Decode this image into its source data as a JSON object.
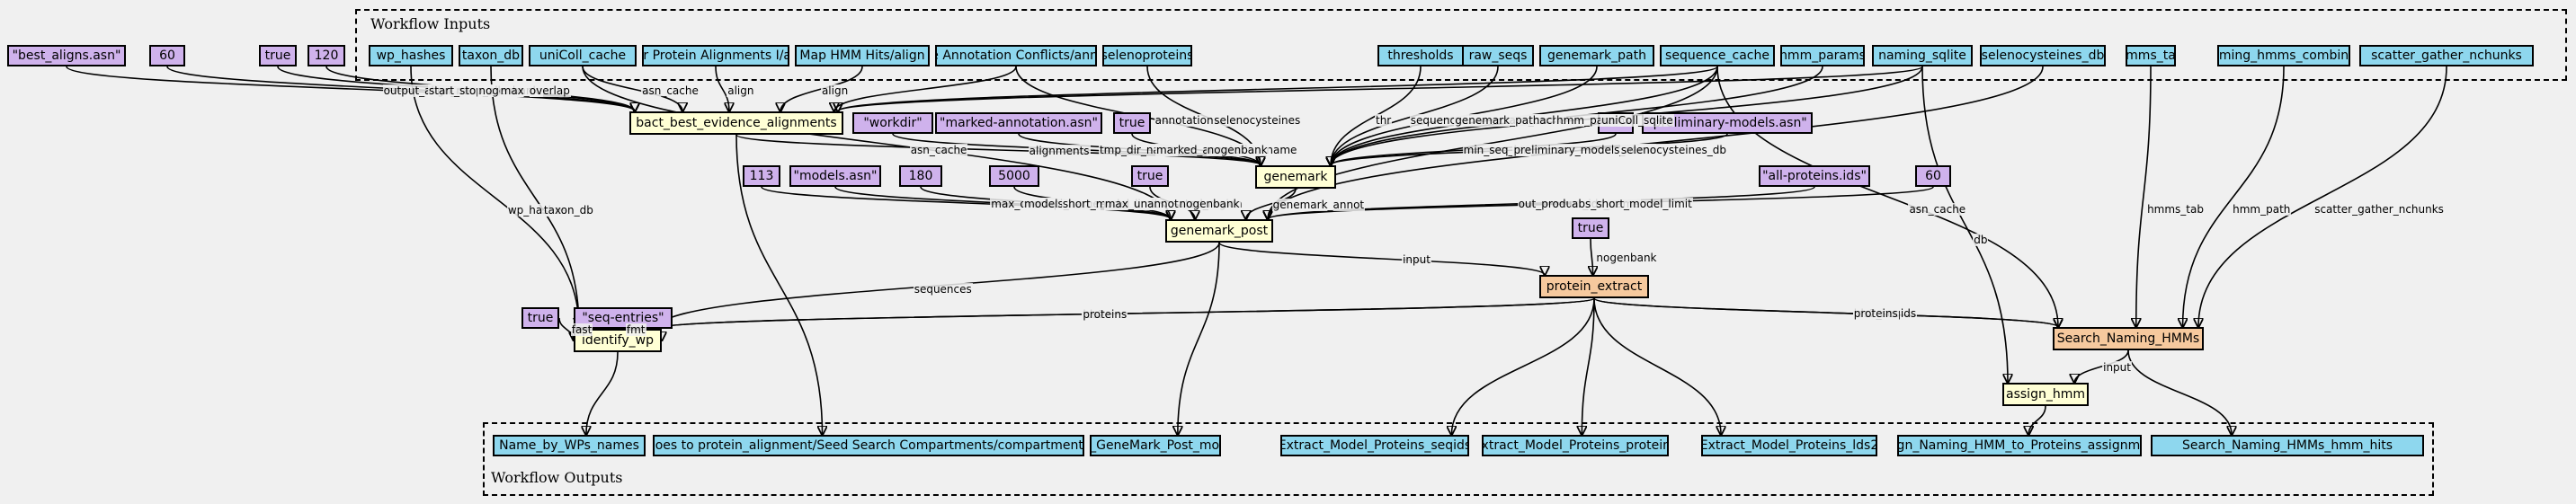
{
  "clusters": {
    "inputs_title": "Workflow Inputs",
    "outputs_title": "Workflow Outputs"
  },
  "workflow_inputs": [
    "wp_hashes",
    "taxon_db",
    "uniColl_cache",
    "Filter Protein Alignments I/align",
    "Map HMM Hits/align",
    "Resolve Annotation Conflicts/annotation",
    "selenoproteins",
    "thresholds",
    "raw_seqs",
    "genemark_path",
    "sequence_cache",
    "hmm_params",
    "naming_sqlite",
    "selenocysteines_db",
    "hmms_tab",
    "naming_hmms_combined",
    "scatter_gather_nchunks"
  ],
  "params": {
    "best_aligns": "\"best_aligns.asn\"",
    "n60a": "60",
    "true_a": "true",
    "n120": "120",
    "workdir": "\"workdir\"",
    "marked": "\"marked-annotation.asn\"",
    "true_b": "true",
    "n200": "200",
    "prelim": "\"preliminary-models.asn\"",
    "n113": "113",
    "models": "\"models.asn\"",
    "n180": "180",
    "n5000": "5000",
    "true_c": "true",
    "allprot": "\"all-proteins.ids\"",
    "n60b": "60",
    "true_d": "true",
    "true_e": "true",
    "seqentries": "\"seq-entries\""
  },
  "tasks": {
    "bact": "bact_best_evidence_alignments",
    "genemark": "genemark",
    "genemark_post": "genemark_post",
    "identify_wp": "identify_wp",
    "assign_hmm": "assign_hmm"
  },
  "subworkflows": {
    "protein_extract": "protein_extract",
    "search_naming": "Search_Naming_HMMs"
  },
  "workflow_outputs": [
    "Name_by_WPs_names",
    "goes to protein_alignment/Seed Search Compartments/compartments",
    "Run_GeneMark_Post_models",
    "Extract_Model_Proteins_seqids",
    "Extract_Model_Proteins_proteins",
    "Extract_Model_Proteins_lds2",
    "Assign_Naming_HMM_to_Proteins_assignments",
    "Search_Naming_HMMs_hmm_hits"
  ],
  "edge_labels": [
    "output_align_name",
    "start_stop_allowance",
    "nogenbank",
    "max_overlap",
    "asn_cache",
    "align",
    "align",
    "annotation",
    "asn_cache",
    "align",
    "annotation",
    "selenocysteines",
    "alignments",
    "tmp_dir_name",
    "marked_annotation_name",
    "nogenbank",
    "sequences",
    "asn_cache",
    "asn_cache",
    "thr",
    "genemark_path",
    "hmm_params",
    "min_seq_len",
    "preliminary_models_name",
    "uniColl_sqlite",
    "thr",
    "asn_cache",
    "max_overlap",
    "models_name",
    "short_model_limit",
    "max_unannotated_region",
    "nogenbank",
    "genemark_annot",
    "genemark_annot",
    "uniColl_sqlite",
    "asn_cache",
    "selenocysteines_db",
    "out_product_ids_name",
    "abs_short_model_limit",
    "sequences",
    "input",
    "nogenbank",
    "wp_hashes",
    "taxon_db",
    "fast",
    "fmt",
    "lds2",
    "proteins",
    "lds2_seqids",
    "proteins",
    "db",
    "hmms_tab",
    "hmm_path",
    "scatter_gather_nchunks",
    "input",
    "asn_cache"
  ]
}
